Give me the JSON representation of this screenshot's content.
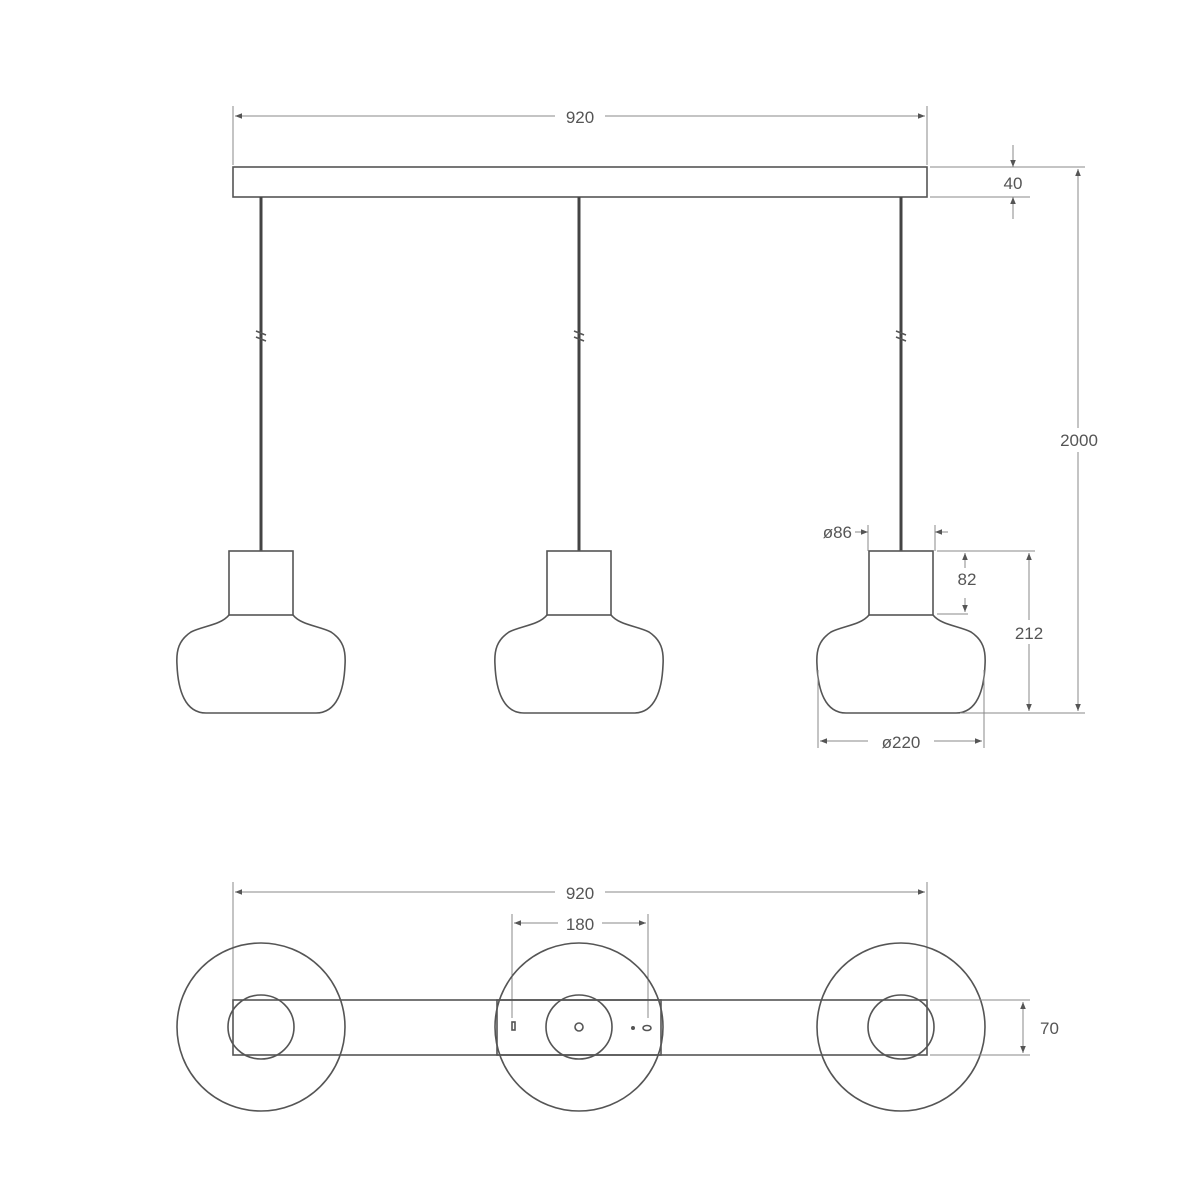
{
  "front_view": {
    "width_label": "920",
    "canopy_height_label": "40",
    "total_height_label": "2000",
    "neck_diameter_label": "ø86",
    "neck_height_label": "82",
    "shade_height_label": "212",
    "shade_diameter_label": "ø220"
  },
  "top_view": {
    "width_label": "920",
    "mount_spacing_label": "180",
    "bar_depth_label": "70"
  },
  "colors": {
    "line": "#555555",
    "dimension": "#888888",
    "background": "#ffffff"
  }
}
